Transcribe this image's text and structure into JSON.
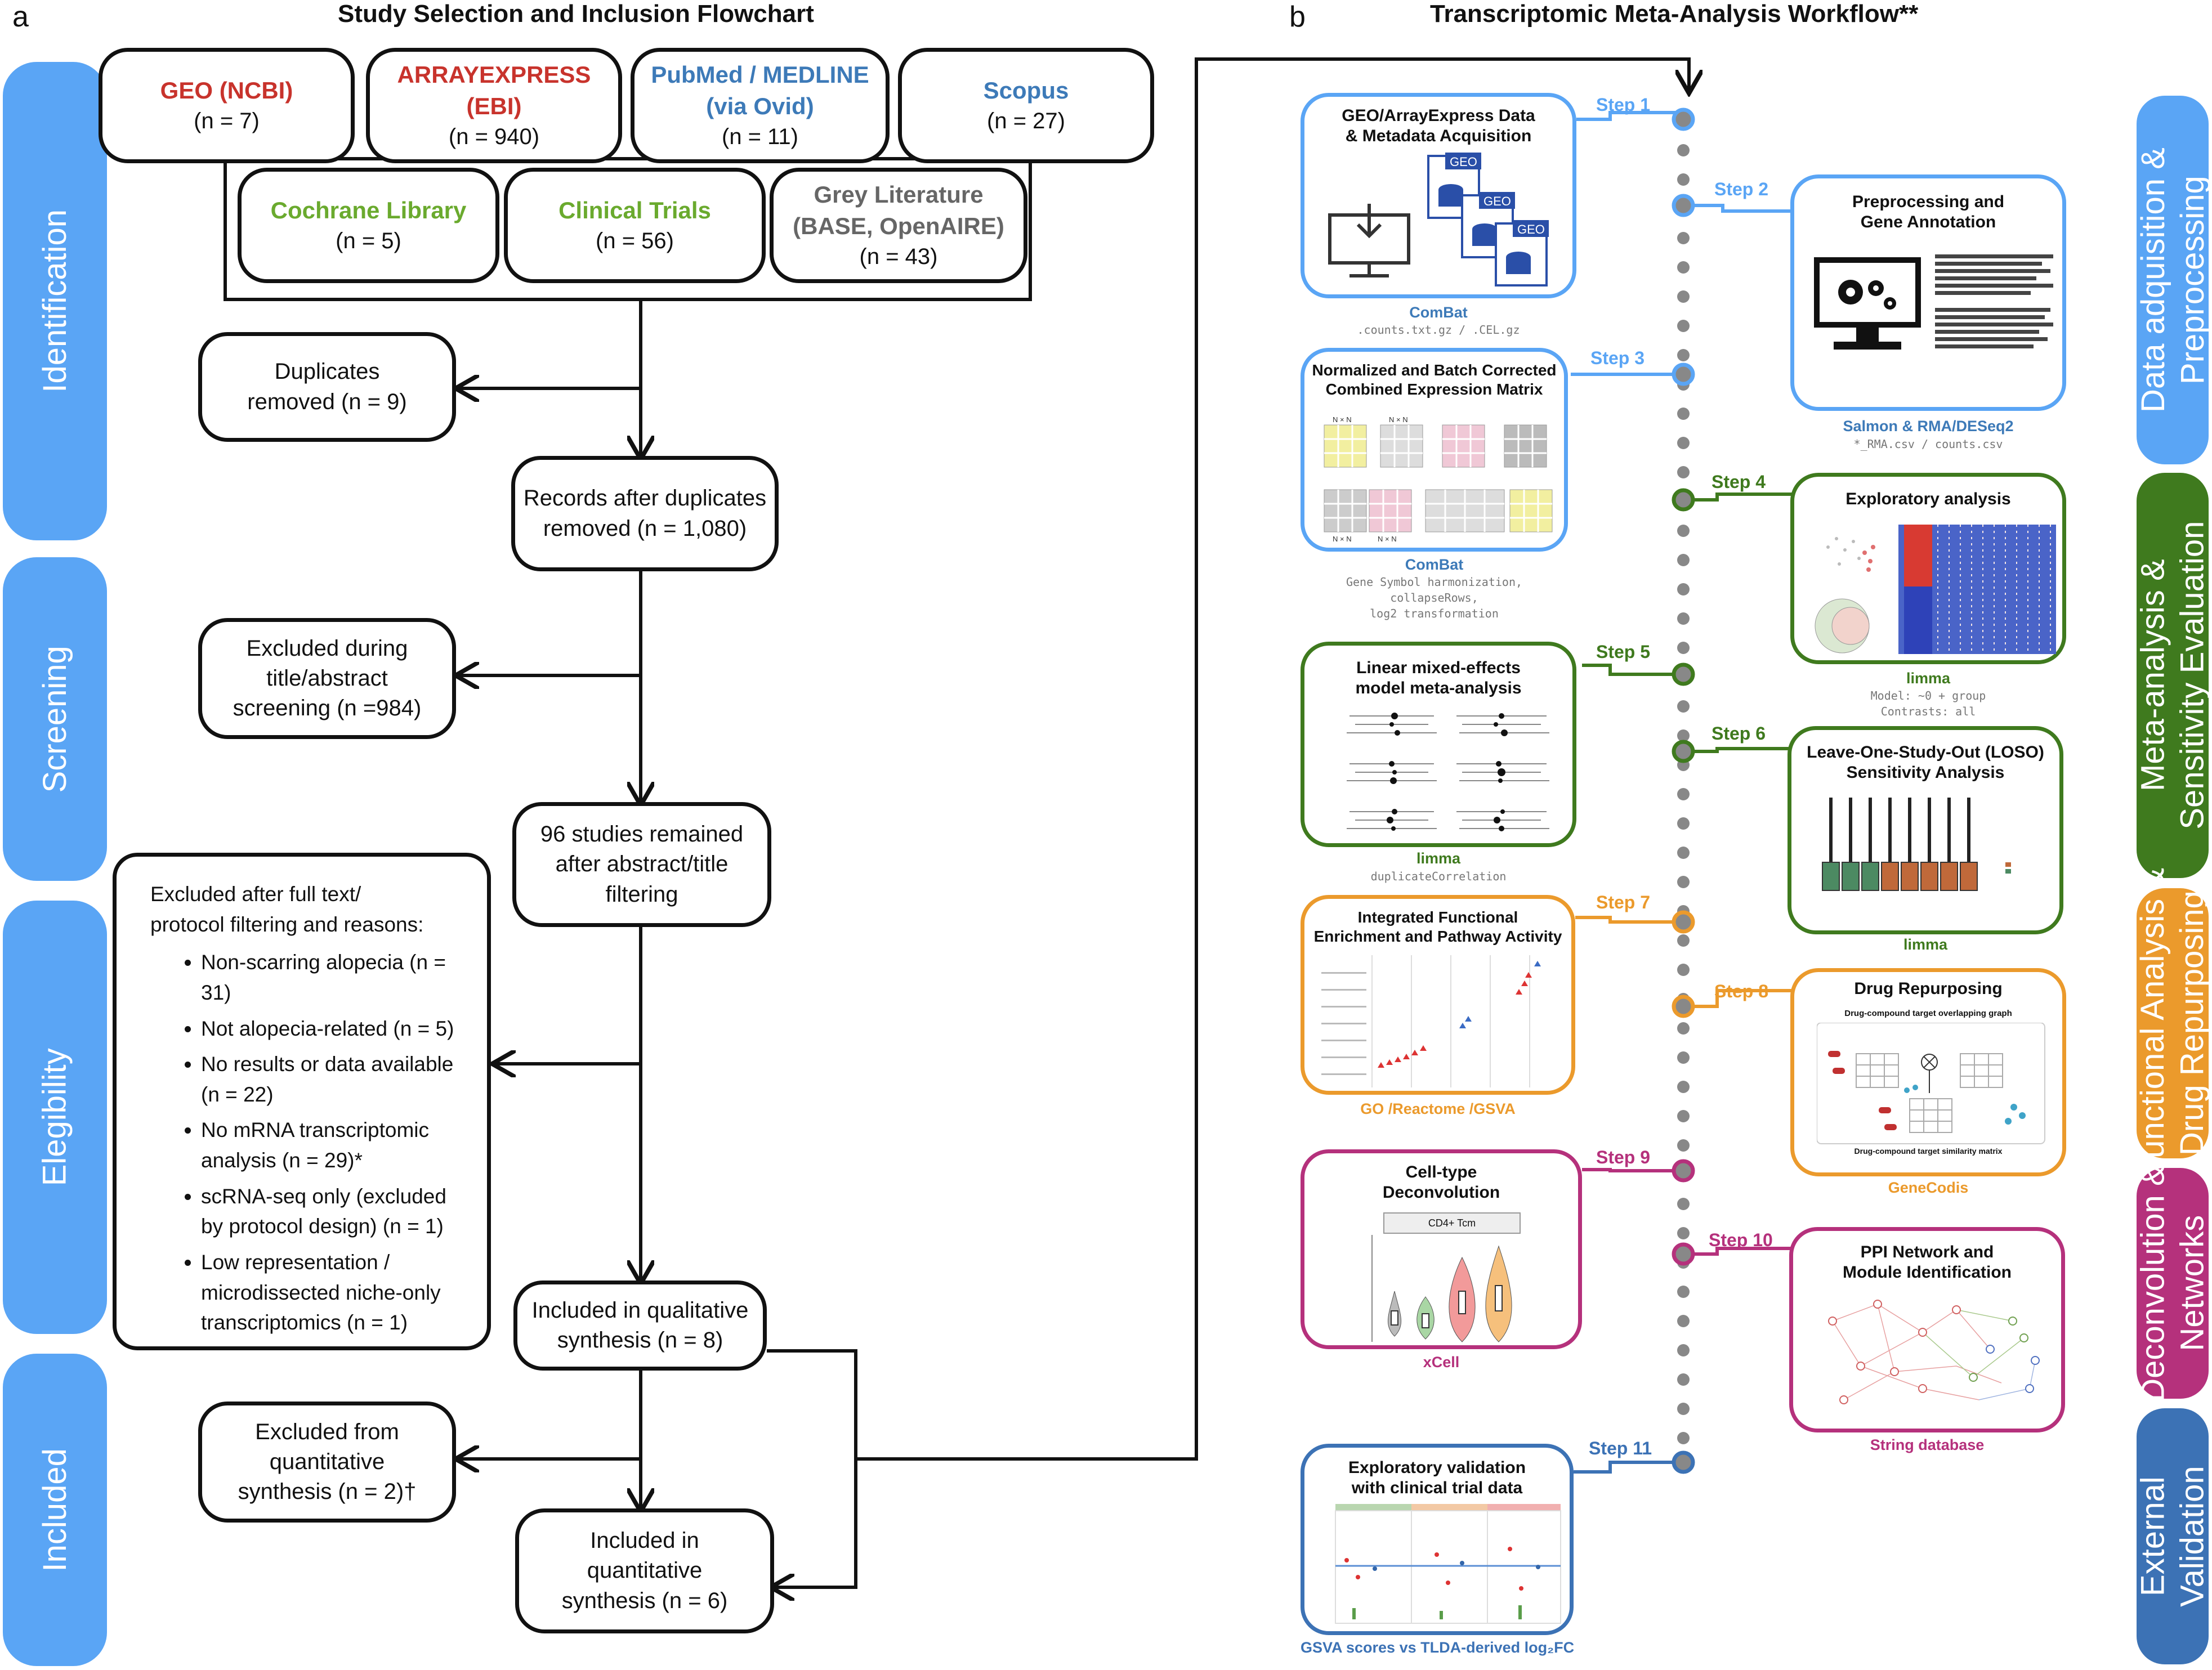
{
  "panel_a": {
    "letter": "a",
    "title": "Study Selection and Inclusion Flowchart",
    "sources": [
      {
        "name": "GEO (NCBI)",
        "n": "(n = 7)"
      },
      {
        "name": "ARRAYEXPRESS (EBI)",
        "n": "(n = 940)"
      },
      {
        "name": "PubMed / MEDLINE",
        "name2": "(via Ovid)",
        "n": "(n = 11)"
      },
      {
        "name": "Scopus",
        "n": "(n = 27)"
      },
      {
        "name": "Cochrane Library",
        "n": "(n = 5)"
      },
      {
        "name": "Clinical Trials",
        "n": "(n = 56)"
      },
      {
        "name": "Grey Literature",
        "name2": "(BASE, OpenAIRE)",
        "n": "(n = 43)"
      }
    ],
    "stages": [
      "Identification",
      "Screening",
      "Elegibility",
      "Included"
    ],
    "duplicates": [
      "Duplicates",
      "removed (n = 9)"
    ],
    "after_duplicates": [
      "Records after duplicates",
      "removed (n = 1,080)"
    ],
    "excluded_title": [
      "Excluded during",
      "title/abstract",
      "screening (n =984)"
    ],
    "remained": [
      "96 studies remained",
      "after abstract/title",
      "filtering"
    ],
    "excluded_full_header": [
      "Excluded after full text/",
      "protocol filtering and reasons:"
    ],
    "excluded_reasons": [
      "Non-scarring alopecia (n = 31)",
      "Not alopecia-related (n = 5)",
      "No results or data available (n = 22)",
      "No mRNA transcriptomic analysis (n = 29)*",
      "scRNA-seq only (excluded by protocol design) (n = 1)",
      "Low representation / microdissected niche-only transcriptomics (n = 1)"
    ],
    "qualitative": [
      "Included in qualitative",
      "synthesis (n = 8)"
    ],
    "excluded_quant": [
      "Excluded from",
      "quantitative",
      "synthesis (n = 2)†"
    ],
    "quantitative": [
      "Included in",
      "quantitative",
      "synthesis (n = 6)"
    ]
  },
  "panel_b": {
    "letter": "b",
    "title": "Transcriptomic Meta-Analysis Workflow**",
    "phases": [
      {
        "label": "Data adquisition & Preprocessing",
        "line1": "Data adquisition &",
        "line2": "Preprocessing",
        "color": "#5aa5f5"
      },
      {
        "label": "Meta-analysis & Sensitivity Evaluation",
        "line1": "Meta-analysis &",
        "line2": "Sensitivity Evaluation",
        "color": "#3f7a1e"
      },
      {
        "label": "Functional Analysis & Drug Repurposing",
        "line1": "Functional Analysis &",
        "line2": "Drug Repurposing",
        "color": "#eb9a2c"
      },
      {
        "label": "Deconvolution & Networks",
        "line1": "Deconvolution &",
        "line2": "Networks",
        "color": "#b5317c"
      },
      {
        "label": "External Validation",
        "line1": "External",
        "line2": "Validation",
        "color": "#3c72b5"
      }
    ],
    "steps": [
      {
        "label": "Step 1",
        "title": [
          "GEO/ArrayExpress Data",
          "& Metadata Acquisition"
        ],
        "tool": "ComBat",
        "code": [
          ".counts.txt.gz / .CEL.gz"
        ],
        "color": "#5aa5f5",
        "tool_color": "#3d7ab8"
      },
      {
        "label": "Step 2",
        "title": [
          "Preprocessing and",
          "Gene Annotation"
        ],
        "tool": "Salmon & RMA/DESeq2",
        "code": [
          "*_RMA.csv / counts.csv"
        ],
        "color": "#5aa5f5",
        "tool_color": "#3d7ab8"
      },
      {
        "label": "Step 3",
        "title": [
          "Normalized and Batch Corrected",
          "Combined Expression Matrix"
        ],
        "tool": "ComBat",
        "code": [
          "Gene Symbol harmonization,",
          "collapseRows,",
          "log2 transformation"
        ],
        "color": "#5aa5f5",
        "tool_color": "#3d7ab8"
      },
      {
        "label": "Step 4",
        "title": [
          "Exploratory analysis"
        ],
        "tool": "limma",
        "code": [
          "Model: ~0 + group",
          "Contrasts: all"
        ],
        "color": "#3f7a1e",
        "tool_color": "#3f7a1e"
      },
      {
        "label": "Step 5",
        "title": [
          "Linear mixed-effects",
          "model meta-analysis"
        ],
        "tool": "limma",
        "code": [
          "duplicateCorrelation"
        ],
        "color": "#3f7a1e",
        "tool_color": "#3f7a1e"
      },
      {
        "label": "Step 6",
        "title": [
          "Leave-One-Study-Out (LOSO)",
          "Sensitivity Analysis"
        ],
        "tool": "limma",
        "code": [],
        "color": "#3f7a1e",
        "tool_color": "#3f7a1e"
      },
      {
        "label": "Step 7",
        "title": [
          "Integrated Functional",
          "Enrichment and Pathway Activity"
        ],
        "tool": "GO /Reactome /GSVA",
        "code": [],
        "color": "#eb9a2c",
        "tool_color": "#eb9a2c"
      },
      {
        "label": "Step 8",
        "title": [
          "Drug Repurposing"
        ],
        "tool": "GeneCodis",
        "code": [],
        "color": "#eb9a2c",
        "tool_color": "#eb9a2c"
      },
      {
        "label": "Step 9",
        "title": [
          "Cell-type",
          "Deconvolution"
        ],
        "tool": "xCell",
        "code": [],
        "color": "#b5317c",
        "tool_color": "#b5317c"
      },
      {
        "label": "Step 10",
        "title": [
          "PPI Network and",
          "Module Identification"
        ],
        "tool": "String database",
        "code": [],
        "color": "#b5317c",
        "tool_color": "#b5317c"
      },
      {
        "label": "Step 11",
        "title": [
          "Exploratory validation",
          "with clinical trial data"
        ],
        "tool": "GSVA scores vs TLDA-derived log₂FC",
        "code": [],
        "color": "#3c72b5",
        "tool_color": "#3c72b5"
      }
    ],
    "thumbnails": {
      "geo_label": "GEO",
      "matrix_label": "N × N",
      "drug_top": "Drug-compound target overlapping graph",
      "drug_bottom": "Drug-compound target similarity matrix",
      "violin_title": "CD4+ Tcm"
    }
  }
}
